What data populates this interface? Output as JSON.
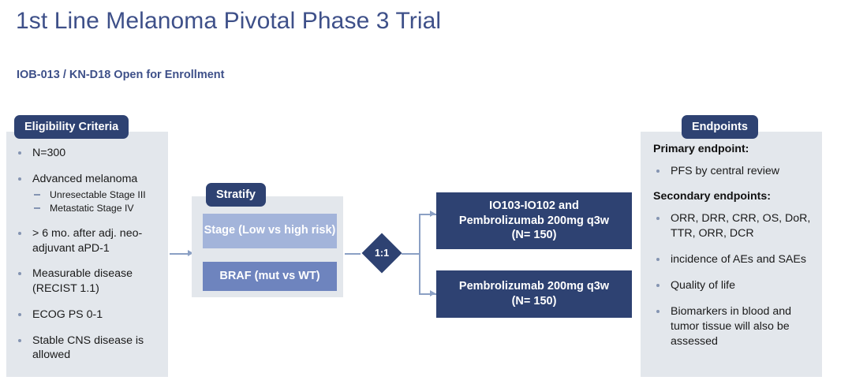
{
  "slide": {
    "title": "1st Line Melanoma Pivotal Phase 3 Trial",
    "subtitle": "IOB-013 / KN-D18 Open for Enrollment"
  },
  "eligibility": {
    "pill_label": "Eligibility Criteria",
    "items": [
      {
        "text": "N=300",
        "sub": []
      },
      {
        "text": "Advanced melanoma",
        "sub": [
          "Unresectable Stage III",
          "Metastatic Stage IV"
        ]
      },
      {
        "text": "> 6 mo. after adj. neo-adjuvant aPD-1",
        "sub": []
      },
      {
        "text": "Measurable disease (RECIST 1.1)",
        "sub": []
      },
      {
        "text": "ECOG PS 0-1",
        "sub": []
      },
      {
        "text": "Stable CNS disease is allowed",
        "sub": []
      }
    ]
  },
  "stratify": {
    "pill_label": "Stratify",
    "bars": [
      {
        "label": "Stage (Low vs high risk)"
      },
      {
        "label": "BRAF (mut vs WT)"
      }
    ]
  },
  "randomization": {
    "ratio_label": "1:1"
  },
  "arms": [
    {
      "line1": "IO103-IO102 and",
      "line2": "Pembrolizumab 200mg q3w",
      "line3": "(N= 150)"
    },
    {
      "line1": "Pembrolizumab 200mg q3w",
      "line2": "(N= 150)"
    }
  ],
  "endpoints": {
    "pill_label": "Endpoints",
    "primary_heading": "Primary endpoint:",
    "primary_items": [
      "PFS by central review"
    ],
    "secondary_heading": "Secondary endpoints:",
    "secondary_items": [
      "ORR, DRR, CRR, OS, DoR, TTR, ORR, DCR",
      "incidence of AEs and SAEs",
      "Quality of life",
      "Biomarkers in blood and tumor tissue will also be assessed"
    ]
  },
  "colors": {
    "navy": "#2E4272",
    "title_blue": "#3E5089",
    "panel_bg": "#E3E7EC",
    "bar_light": "#A3B4DA",
    "bar_dark": "#6E84BE",
    "connector": "#8BA0C4"
  }
}
